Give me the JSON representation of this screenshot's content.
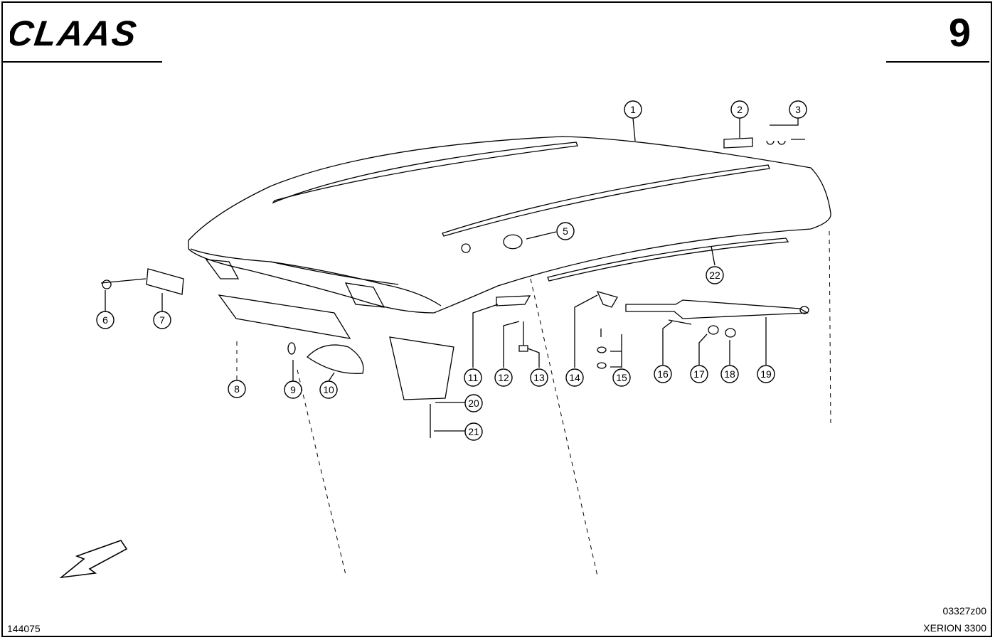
{
  "header": {
    "brand": "CLAAS",
    "page_number": "9"
  },
  "footer": {
    "doc_number": "144075",
    "drawing_code": "03327z00",
    "model": "XERION 3300"
  },
  "callouts": [
    {
      "label": "1"
    },
    {
      "label": "2"
    },
    {
      "label": "3"
    },
    {
      "label": "5"
    },
    {
      "label": "6"
    },
    {
      "label": "7"
    },
    {
      "label": "8"
    },
    {
      "label": "9"
    },
    {
      "label": "10"
    },
    {
      "label": "11"
    },
    {
      "label": "12"
    },
    {
      "label": "13"
    },
    {
      "label": "14"
    },
    {
      "label": "15"
    },
    {
      "label": "16"
    },
    {
      "label": "17"
    },
    {
      "label": "18"
    },
    {
      "label": "19"
    },
    {
      "label": "20"
    },
    {
      "label": "21"
    },
    {
      "label": "22"
    }
  ],
  "colors": {
    "ink": "#000000",
    "paper": "#ffffff"
  },
  "icons": [
    "claas-logo",
    "direction-arrow-icon"
  ]
}
